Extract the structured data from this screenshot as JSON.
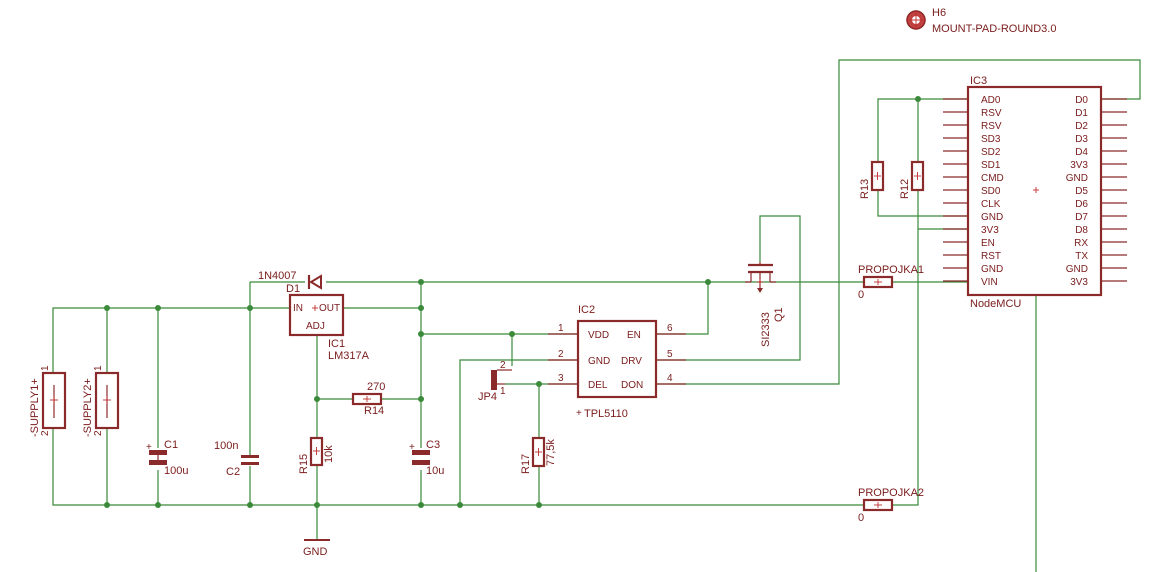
{
  "mount_pad": {
    "name": "H6",
    "value": "MOUNT-PAD-ROUND3.0"
  },
  "supply1": {
    "name": "-SUPPLY1+",
    "pin1": "1",
    "pin2": "2"
  },
  "supply2": {
    "name": "-SUPPLY2+",
    "pin1": "1",
    "pin2": "2"
  },
  "c1": {
    "name": "C1",
    "value": "100u"
  },
  "c2": {
    "name": "C2",
    "value": "100n"
  },
  "c3": {
    "name": "C3",
    "value": "10u"
  },
  "d1": {
    "name": "D1",
    "value": "1N4007"
  },
  "ic1": {
    "name": "IC1",
    "value": "LM317A",
    "pin_in": "IN",
    "pin_out": "OUT",
    "pin_adj": "ADJ"
  },
  "r14": {
    "name": "R14",
    "value": "270"
  },
  "r15": {
    "name": "R15",
    "value": "10k"
  },
  "r17": {
    "name": "R17",
    "value": "77,5k"
  },
  "r12": {
    "name": "R12"
  },
  "r13": {
    "name": "R13"
  },
  "gnd": {
    "label": "GND"
  },
  "jp4": {
    "name": "JP4",
    "pin1": "1",
    "pin2": "2"
  },
  "ic2": {
    "name": "IC2",
    "value": "TPL5110",
    "pins_left": [
      {
        "num": "1",
        "name": "VDD"
      },
      {
        "num": "2",
        "name": "GND"
      },
      {
        "num": "3",
        "name": "DEL"
      }
    ],
    "pins_right": [
      {
        "num": "6",
        "name": "EN"
      },
      {
        "num": "5",
        "name": "DRV"
      },
      {
        "num": "4",
        "name": "DON"
      }
    ]
  },
  "q1": {
    "name": "Q1",
    "value": "SI2333"
  },
  "propojka1": {
    "name": "PROPOJKA1",
    "value": "0"
  },
  "propojka2": {
    "name": "PROPOJKA2",
    "value": "0"
  },
  "ic3": {
    "name": "IC3",
    "value": "NodeMCU",
    "pins_left": [
      "AD0",
      "RSV",
      "RSV",
      "SD3",
      "SD2",
      "SD1",
      "CMD",
      "SD0",
      "CLK",
      "GND",
      "3V3",
      "EN",
      "RST",
      "GND",
      "VIN"
    ],
    "pins_right": [
      "D0",
      "D1",
      "D2",
      "D3",
      "D4",
      "3V3",
      "GND",
      "D5",
      "D6",
      "D7",
      "D8",
      "RX",
      "TX",
      "GND",
      "3V3"
    ]
  }
}
